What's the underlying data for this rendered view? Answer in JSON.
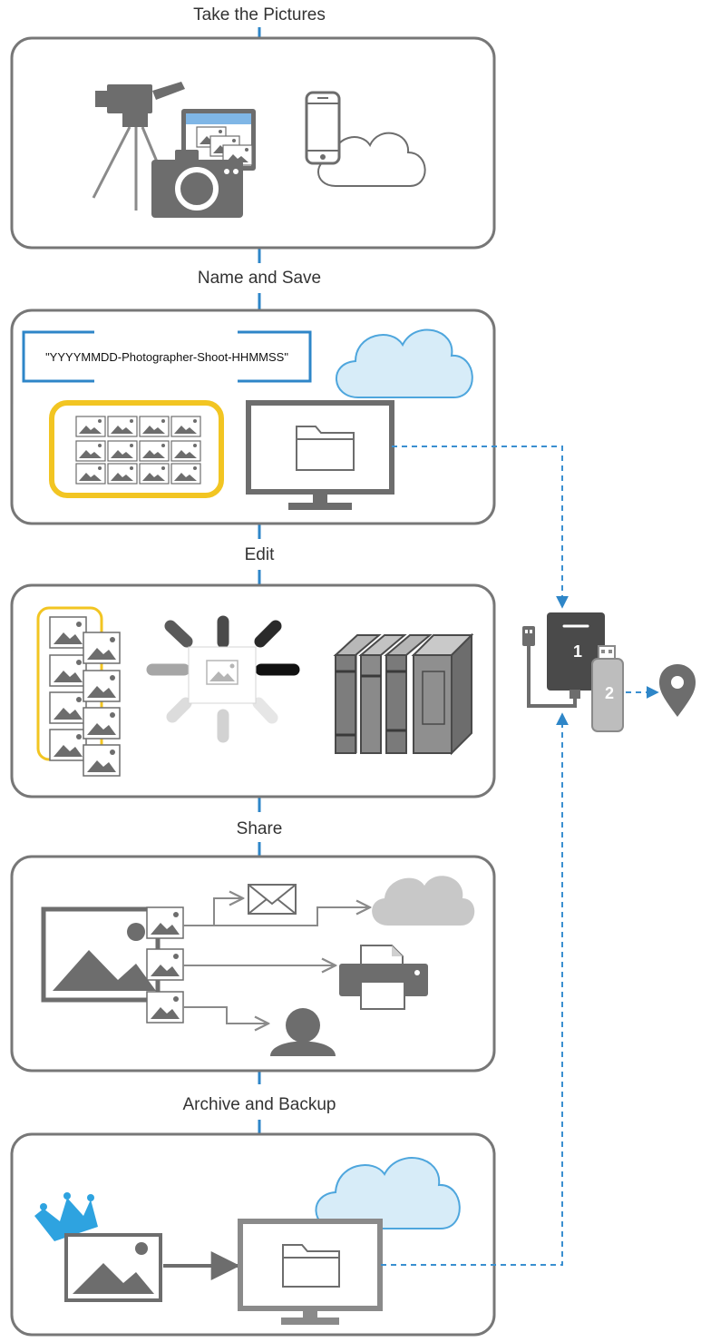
{
  "stages": [
    {
      "title": "Take the Pictures"
    },
    {
      "title": "Name and Save",
      "filename_pattern": "\"YYYYMMDD-Photographer-Shoot-HHMMSS\""
    },
    {
      "title": "Edit"
    },
    {
      "title": "Share"
    },
    {
      "title": "Archive and Backup"
    }
  ],
  "backup": {
    "drive_primary_label": "1",
    "drive_secondary_label": "2"
  },
  "colors": {
    "connector_blue": "#2e86c8",
    "highlight_yellow": "#f2c522",
    "cloud_blue": "#d7ecf8",
    "crown_blue": "#2ea3e0",
    "panel_border": "#777777",
    "icon_grey": "#6d6d6d"
  },
  "icons": [
    "video-camera-icon",
    "tripod-icon",
    "photo-camera-icon",
    "memory-card-icon",
    "smartphone-icon",
    "cloud-icon",
    "photo-grid-icon",
    "monitor-icon",
    "folder-icon",
    "photo-stack-icon",
    "loading-spinner-icon",
    "books-icon",
    "external-drive-icon",
    "usb-flash-drive-icon",
    "location-pin-icon",
    "envelope-icon",
    "printer-icon",
    "person-icon",
    "crown-icon",
    "landscape-photo-icon"
  ]
}
